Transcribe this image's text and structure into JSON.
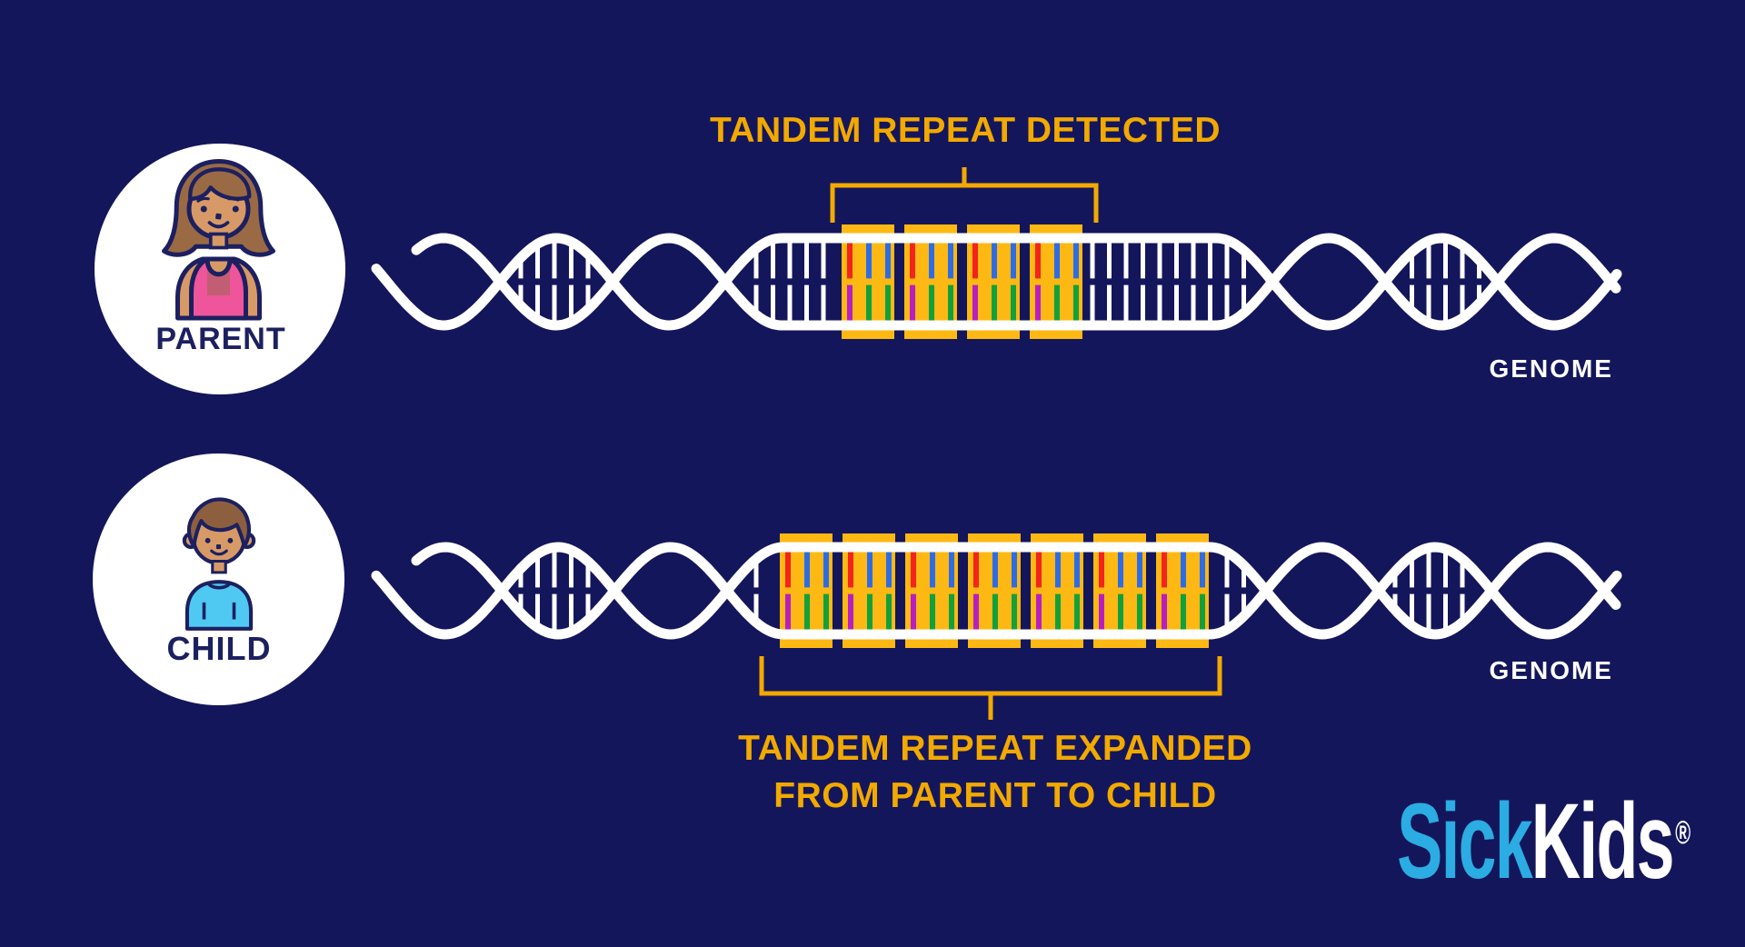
{
  "title": "Tandem repeat expansion from parent to child infographic",
  "colors": {
    "background": "#14165B",
    "accent_yellow": "#F2A900",
    "box_yellow": "#FDB813",
    "strand_white": "#FFFFFF",
    "red": "#F2241D",
    "blue": "#2E6CE6",
    "green": "#12A03C",
    "purple": "#B81FC0",
    "navy_outline": "#1C2060",
    "logo_cyan": "#2BACE2"
  },
  "parent": {
    "label": "PARENT",
    "annotation": "TANDEM REPEAT DETECTED",
    "genome_label": "GENOME",
    "repeat_count": 4
  },
  "child": {
    "label": "CHILD",
    "annotation_line1": "TANDEM REPEAT EXPANDED",
    "annotation_line2": "FROM PARENT TO CHILD",
    "genome_label": "GENOME",
    "repeat_count": 7
  },
  "repeat_unit": {
    "top_rungs": [
      "red",
      "blue",
      "blue"
    ],
    "bottom_rungs": [
      "purple",
      "green",
      "green"
    ]
  },
  "logo": {
    "part1": "Sick",
    "part2": "Kids",
    "registered": "®"
  }
}
